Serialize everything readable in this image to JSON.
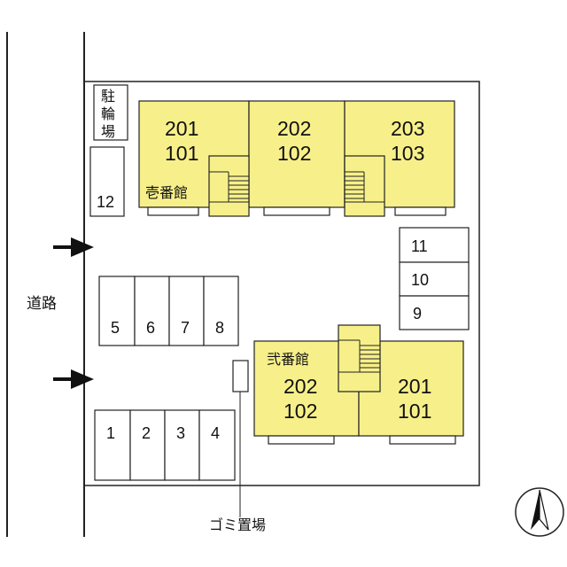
{
  "road": {
    "label": "道路"
  },
  "bike_parking": {
    "label_chars": [
      "駐",
      "輪",
      "場"
    ]
  },
  "building_1": {
    "name": "壱番館",
    "fill": "#f7f08a",
    "units": [
      {
        "upper": "201",
        "lower": "101"
      },
      {
        "upper": "202",
        "lower": "102"
      },
      {
        "upper": "203",
        "lower": "103"
      }
    ]
  },
  "building_2": {
    "name": "弐番館",
    "fill": "#f7f08a",
    "units": [
      {
        "upper": "202",
        "lower": "102"
      },
      {
        "upper": "201",
        "lower": "101"
      }
    ]
  },
  "parking": {
    "slot_12": "12",
    "right_column": [
      "11",
      "10",
      "9"
    ],
    "middle_row": [
      "5",
      "6",
      "7",
      "8"
    ],
    "bottom_row": [
      "1",
      "2",
      "3",
      "4"
    ]
  },
  "garbage": {
    "label": "ゴミ置場"
  },
  "entrances": {
    "count": 2,
    "icon": "arrow-right-icon"
  },
  "compass": {
    "icon": "north-arrow-icon"
  }
}
